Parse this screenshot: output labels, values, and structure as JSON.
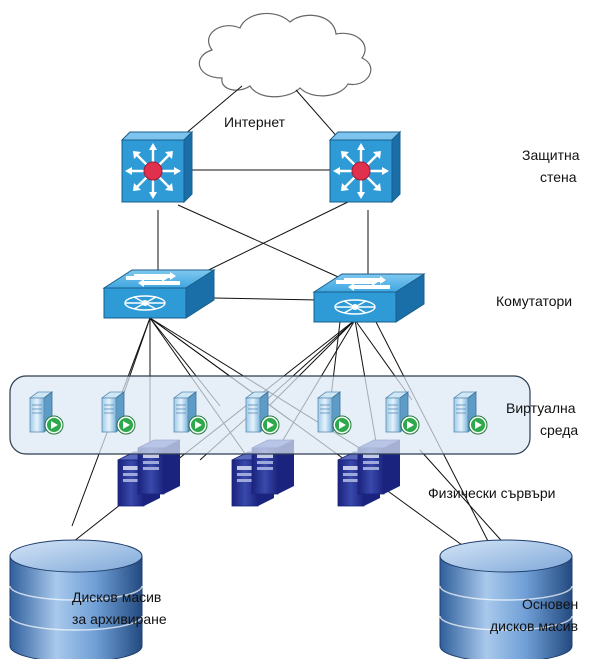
{
  "labels": {
    "internet": "Интернет",
    "firewall_line1": "Защитна",
    "firewall_line2": "стена",
    "switches": "Комутатори",
    "virtual_line1": "Виртуална",
    "virtual_line2": "среда",
    "physical_servers": "Физически сървъри",
    "backup_line1": "Дисков масив",
    "backup_line2": "за архивиране",
    "primary_line1": "Основен",
    "primary_line2": "дисков масив"
  },
  "icons": {
    "cloud": "cloud-icon",
    "firewall": "firewall-router-icon",
    "switch": "network-switch-icon",
    "virtual_server": "virtual-server-icon",
    "physical_server": "server-tower-icon",
    "storage": "database-storage-icon"
  },
  "colors": {
    "device_blue": "#2E9AD6",
    "device_dark": "#1B5E8C",
    "router_core": "#E0304E",
    "virtual_band": "#DCE7F4",
    "virtual_border": "#2C3E50",
    "play_green": "#2DA84A",
    "server_navy": "#283593",
    "storage_blue": "#7AA7D6"
  }
}
